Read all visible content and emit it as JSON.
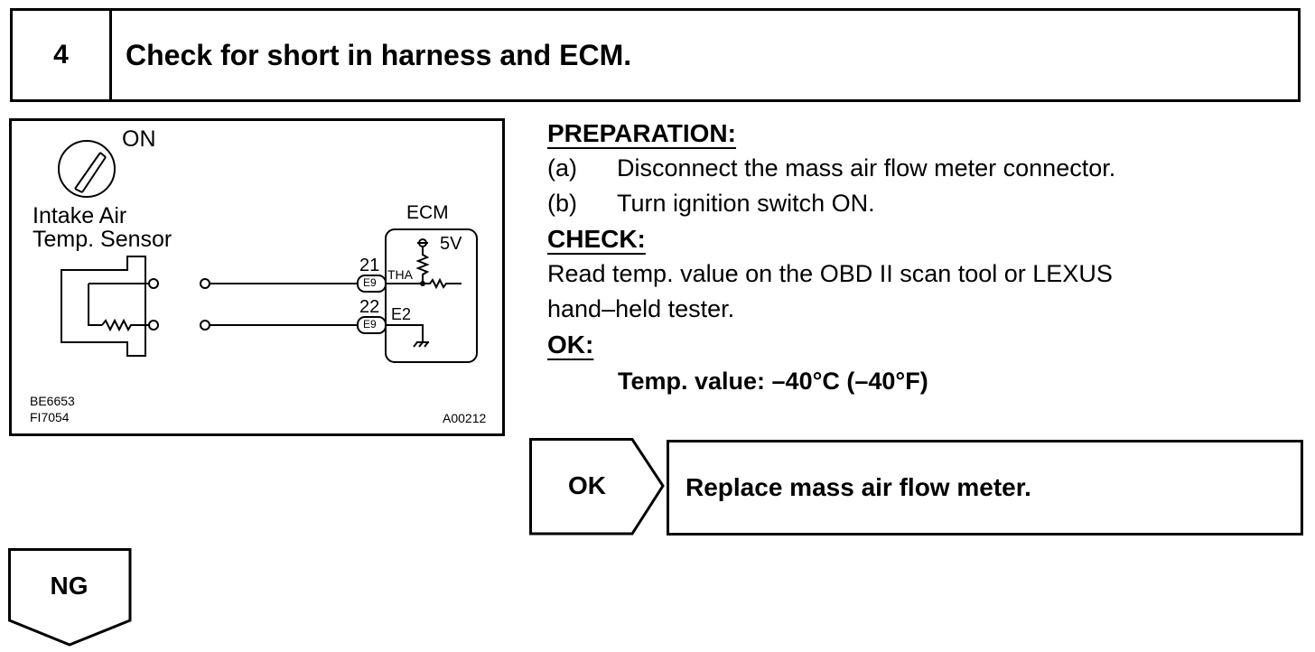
{
  "step": {
    "number": "4",
    "title": "Check for short in harness and ECM."
  },
  "diagram": {
    "ignition_label": "ON",
    "sensor_label_line1": "Intake Air",
    "sensor_label_line2": "Temp. Sensor",
    "ecm_label": "ECM",
    "voltage_label": "5V",
    "pin_21": "21",
    "pin_22": "22",
    "connector_1": "E9",
    "connector_2": "E9",
    "signal_tha": "THA",
    "signal_e2": "E2",
    "code_1": "BE6653",
    "code_2": "FI7054",
    "code_3": "A00212"
  },
  "instructions": {
    "preparation_heading": "PREPARATION:",
    "steps": [
      {
        "marker": "(a)",
        "text": "Disconnect the mass air flow meter connector."
      },
      {
        "marker": "(b)",
        "text": "Turn ignition switch ON."
      }
    ],
    "check_heading": "CHECK:",
    "check_line1": "Read temp. value on the OBD II scan tool or LEXUS",
    "check_line2": "hand–held tester.",
    "ok_heading": "OK:",
    "ok_value": "Temp. value:  –40°C (–40°F)"
  },
  "ok_branch": {
    "label": "OK",
    "action": "Replace mass air flow meter."
  },
  "ng_branch": {
    "label": "NG"
  }
}
